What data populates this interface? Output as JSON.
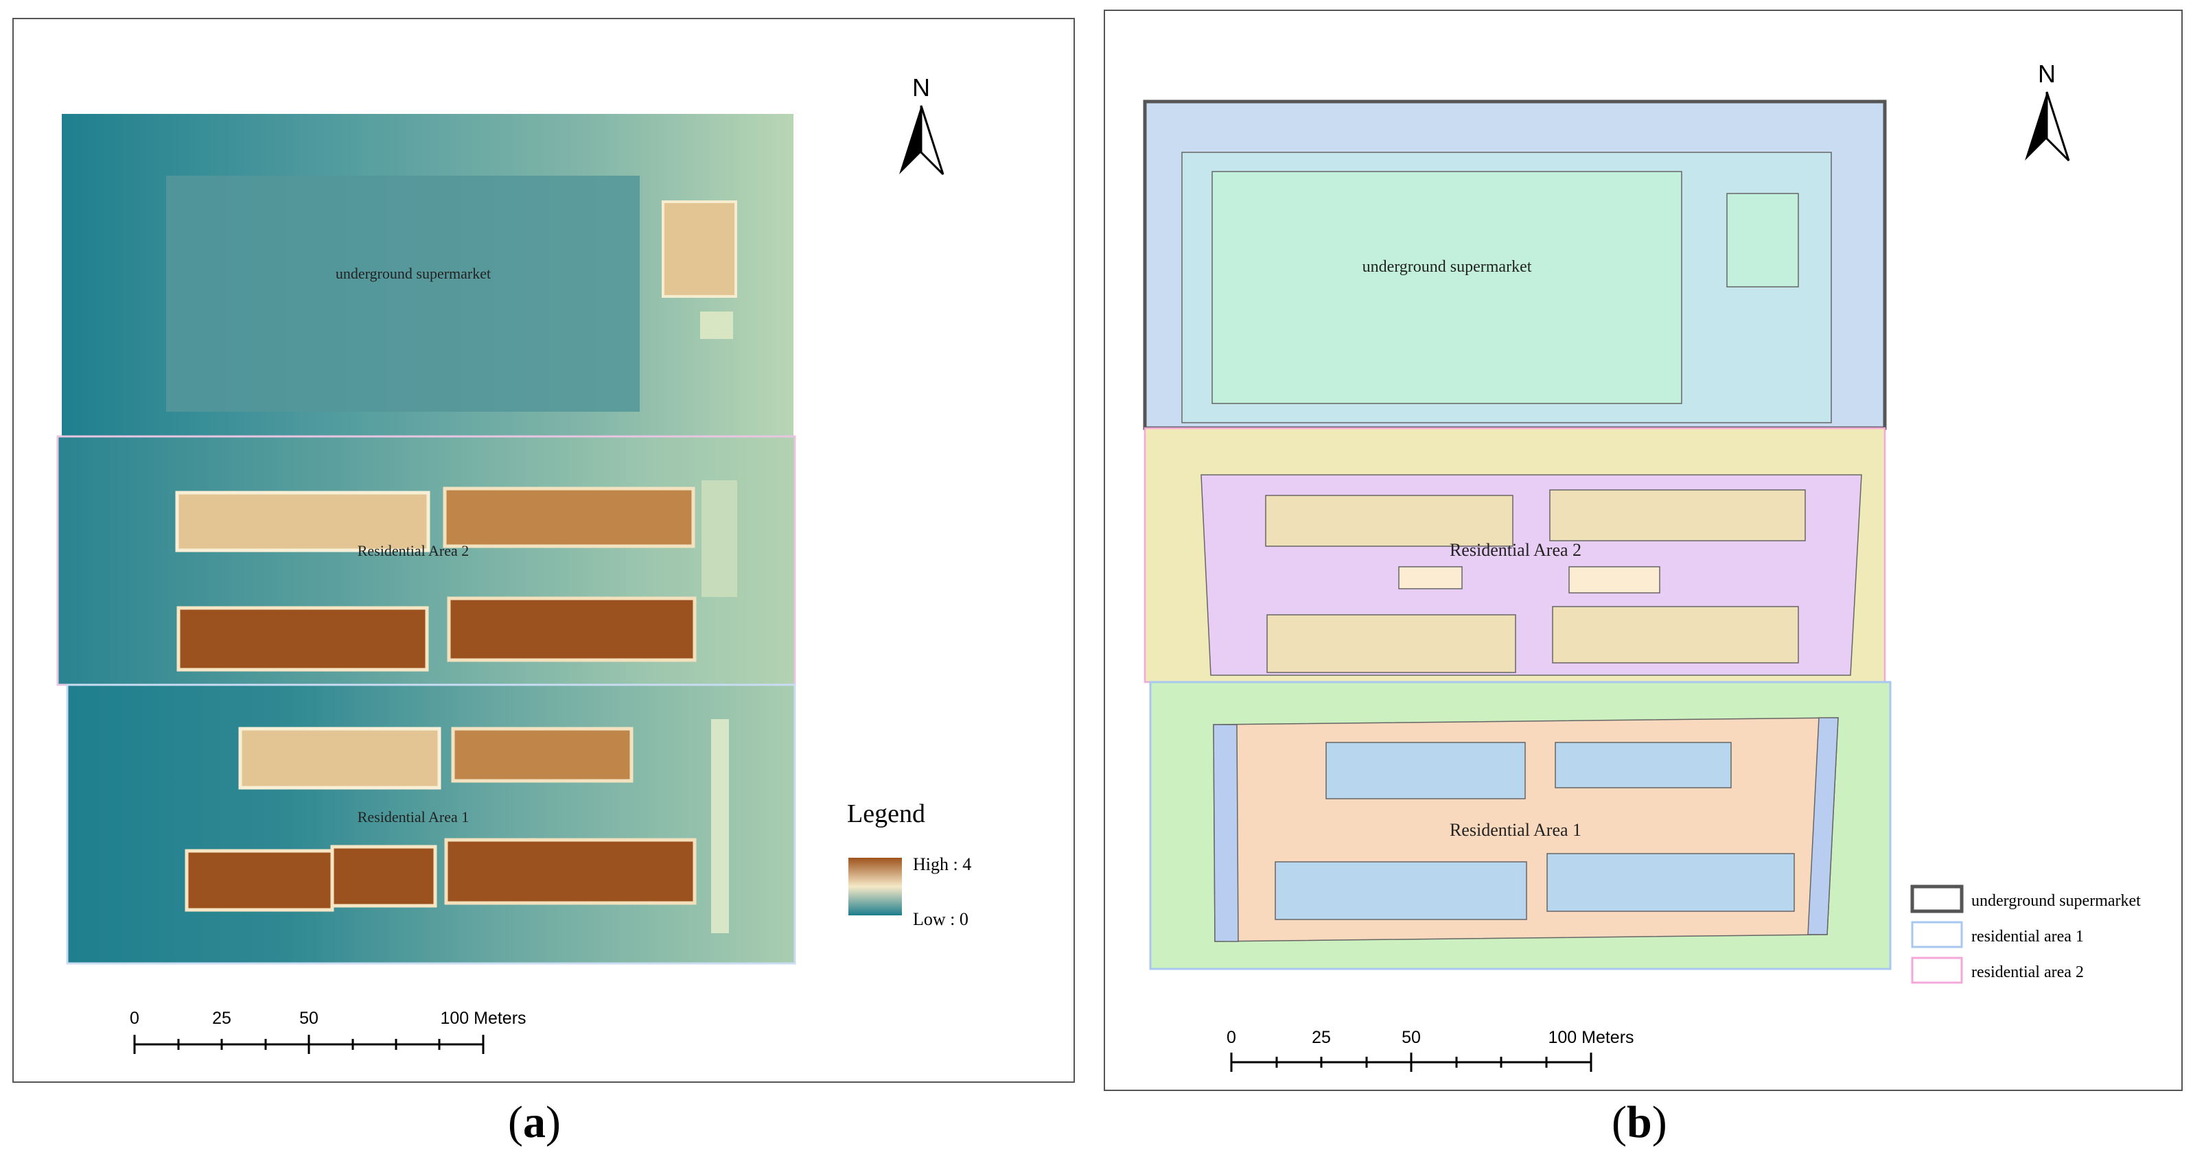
{
  "panel_a": {
    "labels": {
      "supermarket": "underground supermarket",
      "res2": "Residential Area 2",
      "res1": "Residential Area 1"
    },
    "legend": {
      "title": "Legend",
      "high": "High : 4",
      "low": "Low : 0",
      "colors": [
        "#9e531d",
        "#f6e9c7",
        "#1d7d8d"
      ]
    },
    "north": "N",
    "scale": {
      "ticks": [
        "0",
        "25",
        "50",
        "100 Meters"
      ]
    },
    "caption_letter": "a"
  },
  "panel_b": {
    "labels": {
      "supermarket": "underground supermarket",
      "res2": "Residential Area 2",
      "res1": "Residential Area 1"
    },
    "legend": {
      "items": [
        {
          "label": "underground supermarket",
          "color": "#555555"
        },
        {
          "label": "residential area 1",
          "color": "#a8c8f0"
        },
        {
          "label": "residential area 2",
          "color": "#f4a8d8"
        }
      ]
    },
    "north": "N",
    "scale": {
      "ticks": [
        "0",
        "25",
        "50",
        "100 Meters"
      ]
    },
    "caption_letter": "b"
  },
  "colors": {
    "teal_dark": "#1f7f8e",
    "teal_mid": "#4d9a9e",
    "sage": "#b6d4b1",
    "building_light": "#e3c594",
    "building_mid": "#c08649",
    "building_dark": "#9c521e",
    "b_supermarket_outer": "#c9dcf2",
    "b_supermarket_inner": "#c2f0dc",
    "b_res2_outer": "#f0eab8",
    "b_res2_inner": "#e8cdf5",
    "b_res1_outer": "#cdf0c0",
    "b_res1_inner": "#f8d9bd",
    "b_building_tan": "#f0e0b8",
    "b_building_blue": "#b9d6ef"
  }
}
